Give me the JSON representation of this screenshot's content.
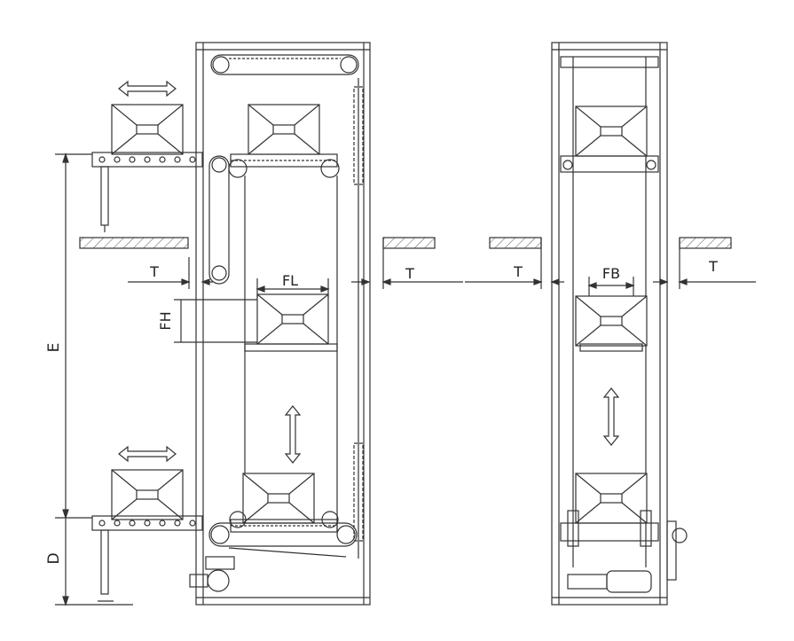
{
  "labels": {
    "e": "E",
    "d": "D",
    "fh": "FH",
    "fl": "FL",
    "fb": "FB",
    "t_left": "T",
    "t_mid": "T",
    "t_right_a": "T",
    "t_right_b": "T"
  },
  "colors": {
    "line": "#333333",
    "hatch": "#555555"
  }
}
